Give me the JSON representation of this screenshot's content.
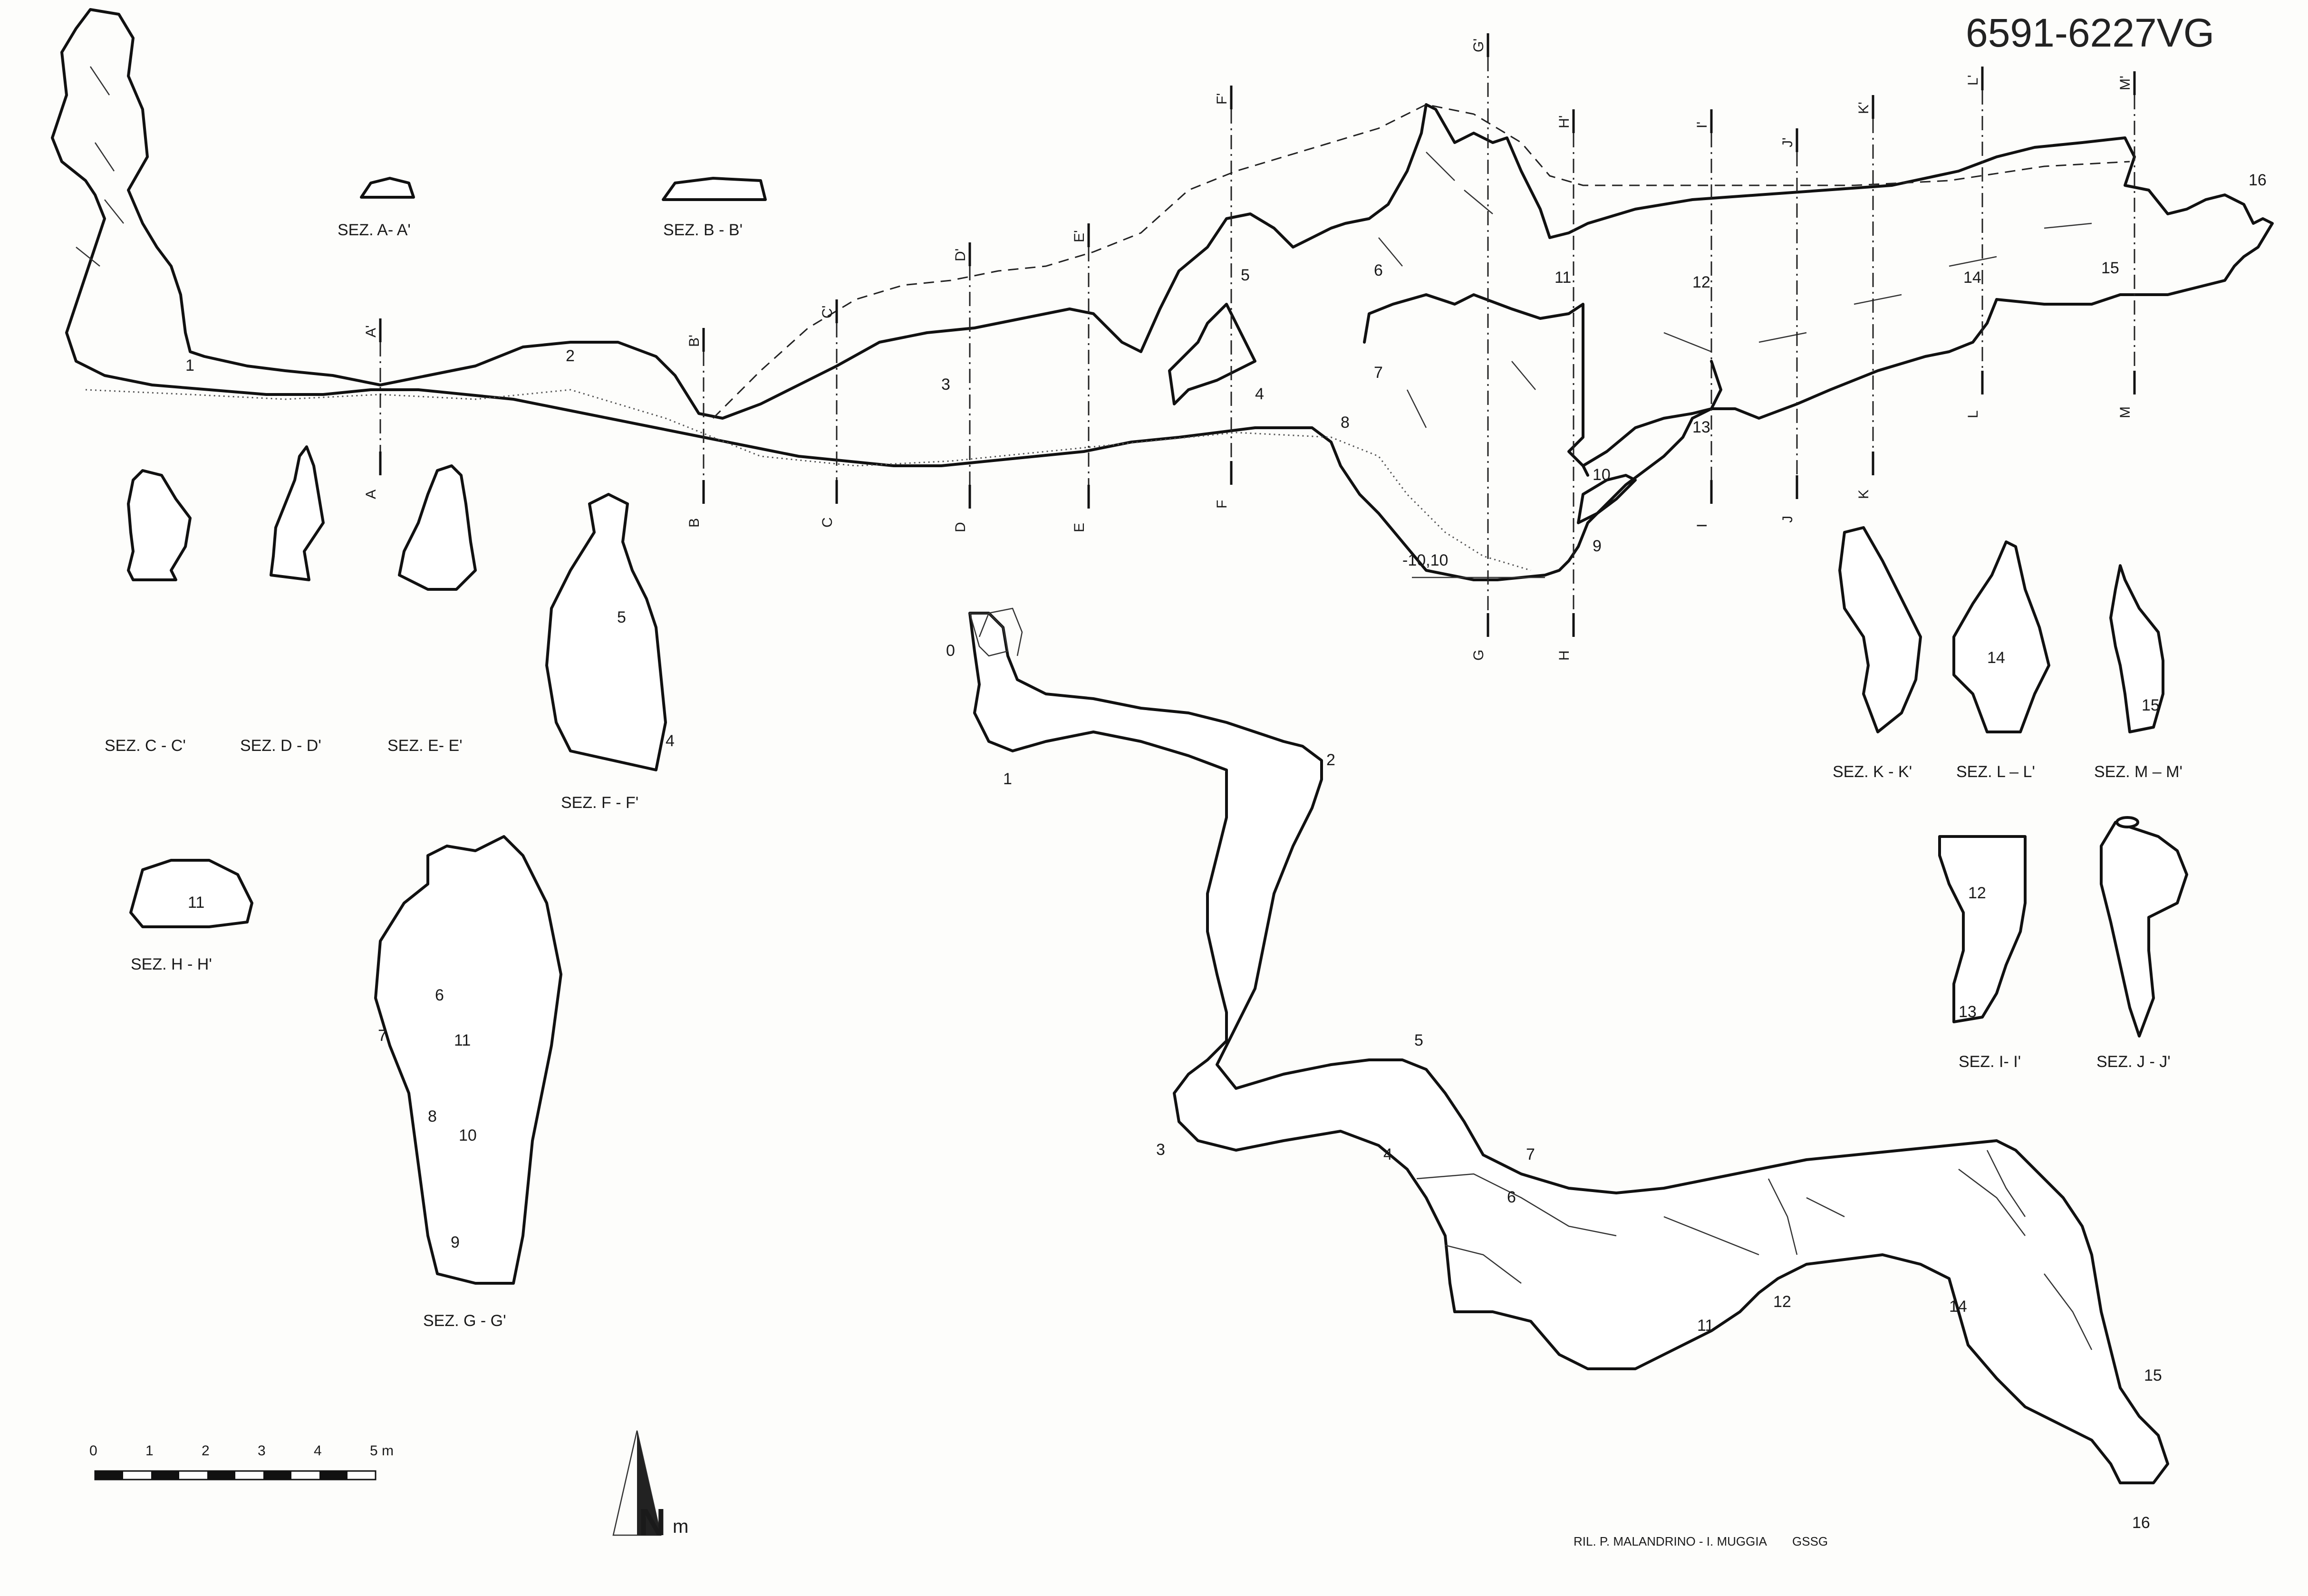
{
  "document": {
    "catalog_code": "6591-6227VG",
    "credit": "RIL. P. MALANDRINO - I. MUGGIA",
    "credit_org": "GSSG"
  },
  "profile": {
    "stations": [
      "1",
      "2",
      "3",
      "4",
      "5",
      "6",
      "7",
      "8",
      "9",
      "10",
      "11",
      "12",
      "13",
      "14",
      "15",
      "16"
    ],
    "depth_label": "-10,10",
    "cuts": [
      {
        "top": "A'",
        "bottom": "A"
      },
      {
        "top": "B'",
        "bottom": "B"
      },
      {
        "top": "C'",
        "bottom": "C"
      },
      {
        "top": "D'",
        "bottom": "D"
      },
      {
        "top": "E'",
        "bottom": "E"
      },
      {
        "top": "F'",
        "bottom": "F"
      },
      {
        "top": "G'",
        "bottom": "G"
      },
      {
        "top": "H'",
        "bottom": "H"
      },
      {
        "top": "I'",
        "bottom": "I"
      },
      {
        "top": "J'",
        "bottom": "J"
      },
      {
        "top": "K'",
        "bottom": "K"
      },
      {
        "top": "L'",
        "bottom": "L"
      },
      {
        "top": "M'",
        "bottom": "M"
      }
    ]
  },
  "sections": {
    "a": {
      "title": "SEZ. A- A'"
    },
    "b": {
      "title": "SEZ. B - B'"
    },
    "c": {
      "title": "SEZ. C - C'"
    },
    "d": {
      "title": "SEZ. D - D'"
    },
    "e": {
      "title": "SEZ. E- E'"
    },
    "f": {
      "title": "SEZ. F - F'",
      "labels": [
        "5",
        "4"
      ]
    },
    "h": {
      "title": "SEZ. H - H'",
      "labels": [
        "11"
      ]
    },
    "g": {
      "title": "SEZ. G - G'",
      "labels": [
        "6",
        "7",
        "11",
        "8",
        "10",
        "9"
      ]
    },
    "k": {
      "title": "SEZ. K - K'"
    },
    "l": {
      "title": "SEZ. L – L'",
      "labels": [
        "14"
      ]
    },
    "m": {
      "title": "SEZ. M – M'",
      "labels": [
        "15"
      ]
    },
    "i": {
      "title": "SEZ. I- I'",
      "labels": [
        "12",
        "13"
      ]
    },
    "j": {
      "title": "SEZ. J - J'"
    }
  },
  "plan": {
    "stations": [
      "0",
      "1",
      "2",
      "3",
      "4",
      "5",
      "6",
      "7",
      "11",
      "12",
      "14",
      "15",
      "16"
    ]
  },
  "scale": {
    "ticks": [
      "0",
      "1",
      "2",
      "3",
      "4",
      "5 m"
    ]
  },
  "north": {
    "letter": "N",
    "suffix": "m"
  }
}
